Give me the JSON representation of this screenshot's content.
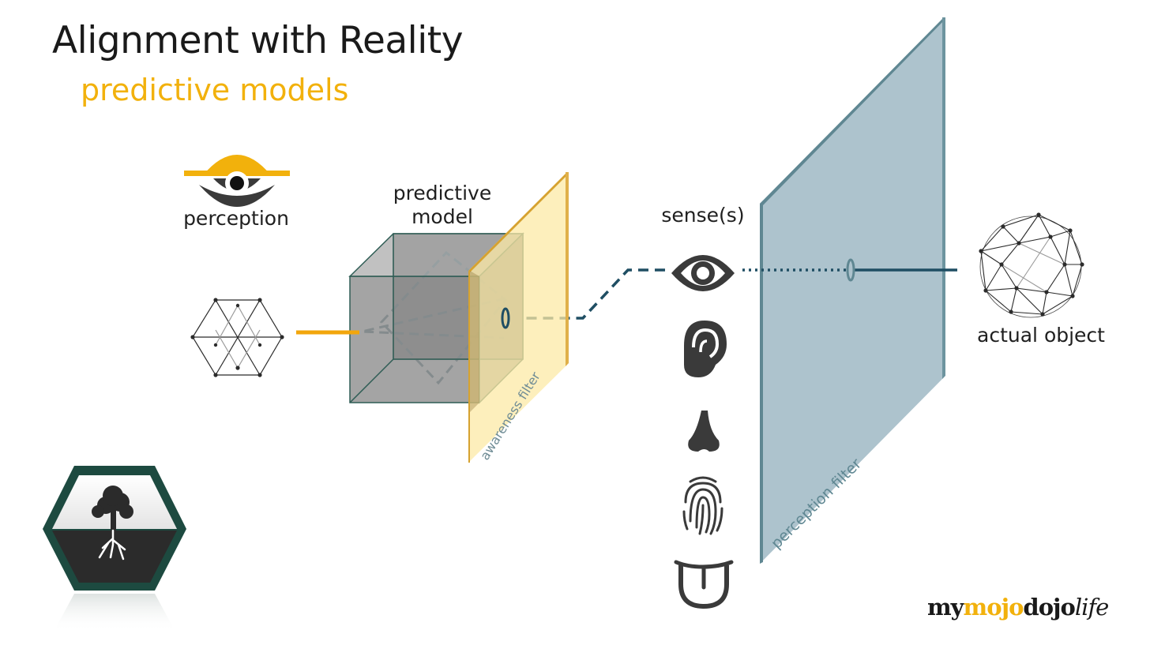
{
  "title": "Alignment with Reality",
  "subtitle": "predictive models",
  "labels": {
    "perception": "perception",
    "predictive_model_line1": "predictive",
    "predictive_model_line2": "model",
    "senses": "sense(s)",
    "actual_object": "actual object",
    "awareness_filter": "awareness filter",
    "perception_filter": "perception filter"
  },
  "brand": {
    "part1": "my",
    "part2": "mojo",
    "part3": "dojo",
    "part4": "life"
  },
  "colors": {
    "accent_yellow": "#f2b10c",
    "filter_yellow": "#fce9a6",
    "filter_blue": "#a9c0ca",
    "dark_teal": "#1f4e63",
    "cube_gray": "#8b8b8b",
    "hex_green": "#1d4a40",
    "icon_dark": "#3a3a3a"
  },
  "icons": [
    "perception-eye-icon",
    "eye-icon",
    "ear-icon",
    "nose-icon",
    "fingerprint-icon",
    "tongue-icon",
    "tree-icon"
  ]
}
